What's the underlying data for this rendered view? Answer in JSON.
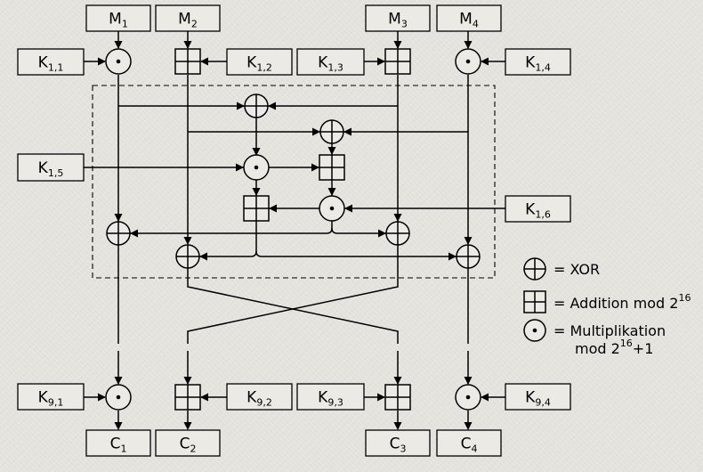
{
  "message_inputs": [
    {
      "base": "M",
      "sub": "1"
    },
    {
      "base": "M",
      "sub": "2"
    },
    {
      "base": "M",
      "sub": "3"
    },
    {
      "base": "M",
      "sub": "4"
    }
  ],
  "round1_keys": [
    {
      "base": "K",
      "sub": "1,1"
    },
    {
      "base": "K",
      "sub": "1,2"
    },
    {
      "base": "K",
      "sub": "1,3"
    },
    {
      "base": "K",
      "sub": "1,4"
    },
    {
      "base": "K",
      "sub": "1,5"
    },
    {
      "base": "K",
      "sub": "1,6"
    }
  ],
  "output_keys": [
    {
      "base": "K",
      "sub": "9,1"
    },
    {
      "base": "K",
      "sub": "9,2"
    },
    {
      "base": "K",
      "sub": "9,3"
    },
    {
      "base": "K",
      "sub": "9,4"
    }
  ],
  "cipher_outputs": [
    {
      "base": "C",
      "sub": "1"
    },
    {
      "base": "C",
      "sub": "2"
    },
    {
      "base": "C",
      "sub": "3"
    },
    {
      "base": "C",
      "sub": "4"
    }
  ],
  "legend": {
    "xor": "= XOR",
    "add": "= Addition mod 2",
    "add_exp": "16",
    "mul_line1": "= Multiplikation",
    "mul_line2_a": "mod 2",
    "mul_line2_exp": "16",
    "mul_line2_b": "+1"
  },
  "operators": {
    "xor": "xor-circle",
    "add": "addition-square",
    "mul": "multiplication-circle-dot"
  }
}
